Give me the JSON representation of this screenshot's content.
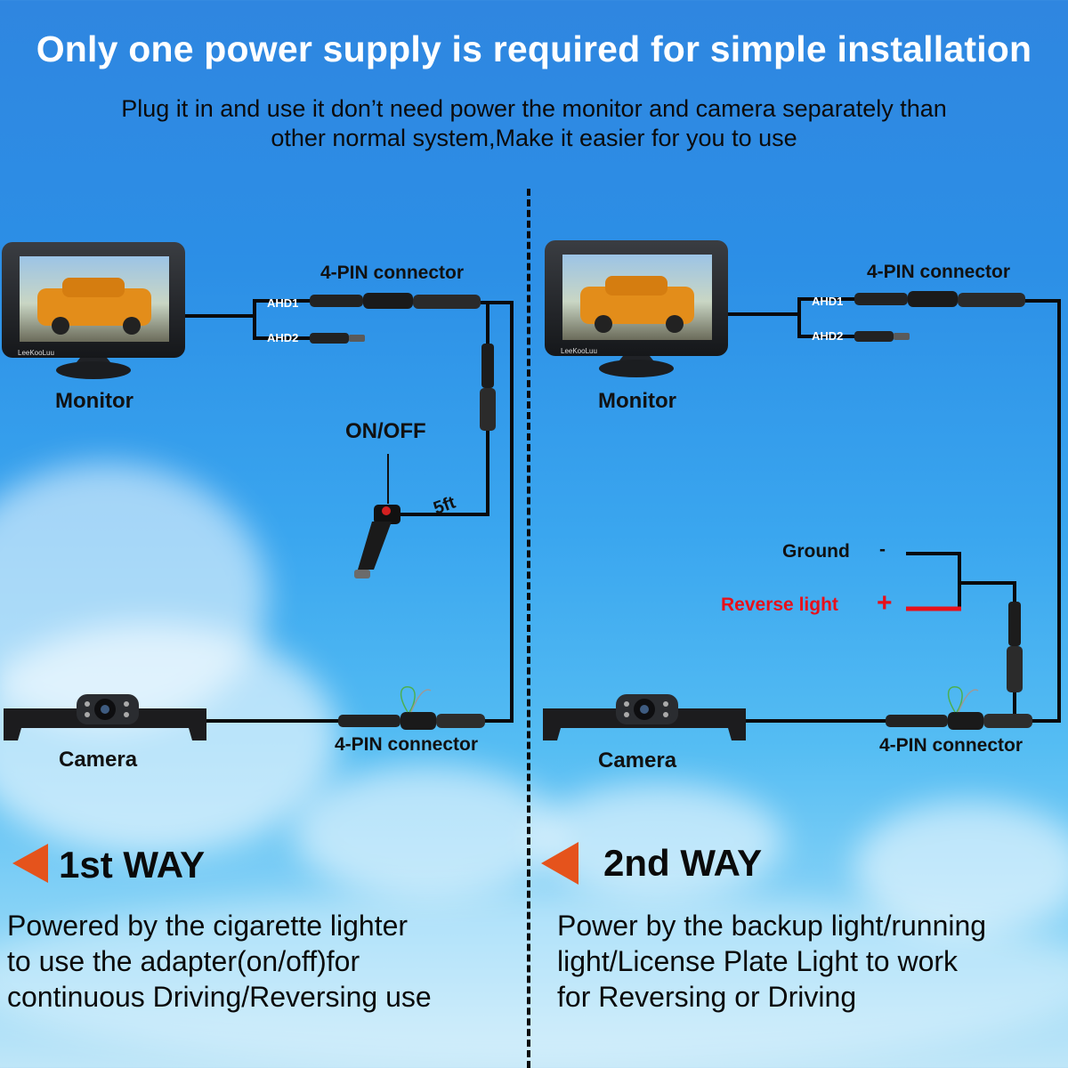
{
  "header": {
    "title": "Only one power supply is required for simple installation",
    "subtitle_line1": "Plug it in and use it don’t need power the monitor and camera separately than",
    "subtitle_line2": "other normal system,Make it easier for you to use"
  },
  "left": {
    "monitor_label": "Monitor",
    "brand": "LeeKooLuu",
    "ahd1": "AHD1",
    "ahd2": "AHD2",
    "connector_top": "4-PIN connector",
    "onoff": "ON/OFF",
    "cable_length": "5ft",
    "camera_label": "Camera",
    "connector_bottom": "4-PIN connector",
    "way_title": "1st WAY",
    "desc_line1": "Powered by the cigarette lighter",
    "desc_line2": "to use the adapter(on/off)for",
    "desc_line3": "continuous Driving/Reversing use"
  },
  "right": {
    "monitor_label": "Monitor",
    "brand": "LeeKooLuu",
    "ahd1": "AHD1",
    "ahd2": "AHD2",
    "connector_top": "4-PIN connector",
    "ground_label": "Ground",
    "ground_sign": "-",
    "reverse_label": "Reverse light",
    "reverse_sign": "+",
    "camera_label": "Camera",
    "connector_bottom": "4-PIN connector",
    "way_title": "2nd WAY",
    "desc_line1": "Power by the backup light/running",
    "desc_line2": "light/License Plate Light to work",
    "desc_line3": "for Reversing or Driving"
  },
  "colors": {
    "title_text": "#ffffff",
    "reverse_red": "#e8101a",
    "arrow_orange": "#e5531c",
    "wire_black": "#0a0a0a"
  },
  "icons": [
    "monitor-icon",
    "camera-icon",
    "cigarette-lighter-adapter-icon",
    "connector-plug-icon",
    "arrow-left-icon"
  ]
}
